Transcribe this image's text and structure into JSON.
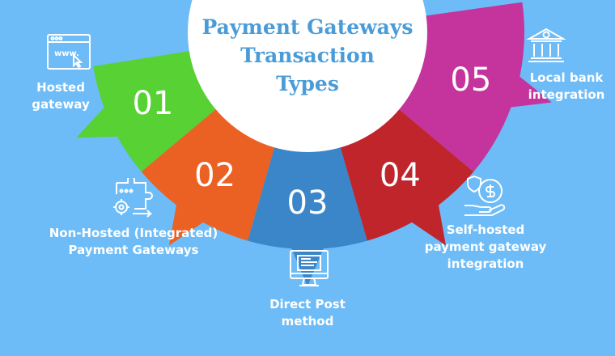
{
  "title": {
    "line1": "Payment Gateways",
    "line2": "Transaction",
    "line3": "Types"
  },
  "segments": [
    {
      "number": "01",
      "label_lines": [
        "Hosted",
        "gateway"
      ],
      "color": "#57d134",
      "icon": "browser-www-icon"
    },
    {
      "number": "02",
      "label_lines": [
        "Non-Hosted (Integrated)",
        "Payment Gateways"
      ],
      "color": "#eb6124",
      "icon": "puzzle-gear-icon"
    },
    {
      "number": "03",
      "label_lines": [
        "Direct Post",
        "method"
      ],
      "color": "#3a86c8",
      "icon": "monitor-icon"
    },
    {
      "number": "04",
      "label_lines": [
        "Self-hosted",
        "payment gateway",
        "integration"
      ],
      "color": "#c1252c",
      "icon": "hand-dollar-shield-icon"
    },
    {
      "number": "05",
      "label_lines": [
        "Local bank",
        "integration"
      ],
      "color": "#c5349c",
      "icon": "bank-icon"
    }
  ],
  "colors": {
    "background": "#6dbcf7",
    "title": "#4a9cd8",
    "center": "#ffffff"
  }
}
